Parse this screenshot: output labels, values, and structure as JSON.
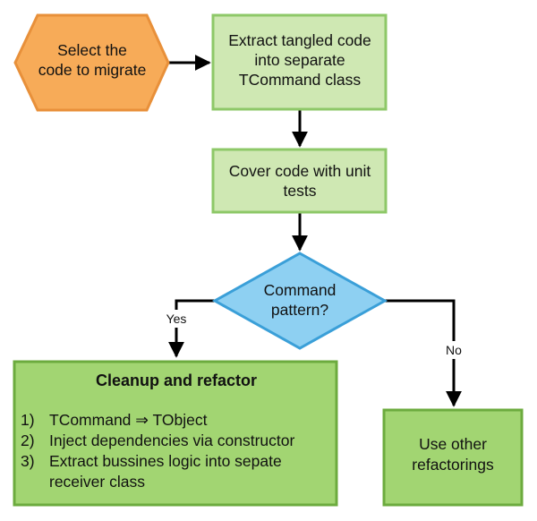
{
  "colors": {
    "start_fill": "#f7ab58",
    "start_stroke": "#e8903a",
    "process_fill": "#cfe8b3",
    "process_stroke": "#8ec868",
    "decision_fill": "#8ed0f2",
    "decision_stroke": "#3a9fd8",
    "result_fill": "#a2d572",
    "result_stroke": "#6cab3e",
    "line": "#000000"
  },
  "nodes": {
    "start": {
      "line1": "Select the",
      "line2": "code to migrate"
    },
    "extract": {
      "line1": "Extract tangled code",
      "line2": "into separate",
      "line3": "TCommand class"
    },
    "cover": {
      "line1": "Cover code with unit",
      "line2": "tests"
    },
    "decision": {
      "line1": "Command",
      "line2": "pattern?"
    },
    "cleanup": {
      "title": "Cleanup and refactor",
      "steps": [
        {
          "num": "1)",
          "text": "TCommand ⇒ TObject"
        },
        {
          "num": "2)",
          "text": "Inject dependencies via constructor"
        },
        {
          "num": "3)",
          "text": "Extract bussines logic into sepate",
          "text2": "receiver class"
        }
      ]
    },
    "other": {
      "line1": "Use other",
      "line2": "refactorings"
    }
  },
  "edges": {
    "yes_label": "Yes",
    "no_label": "No"
  }
}
